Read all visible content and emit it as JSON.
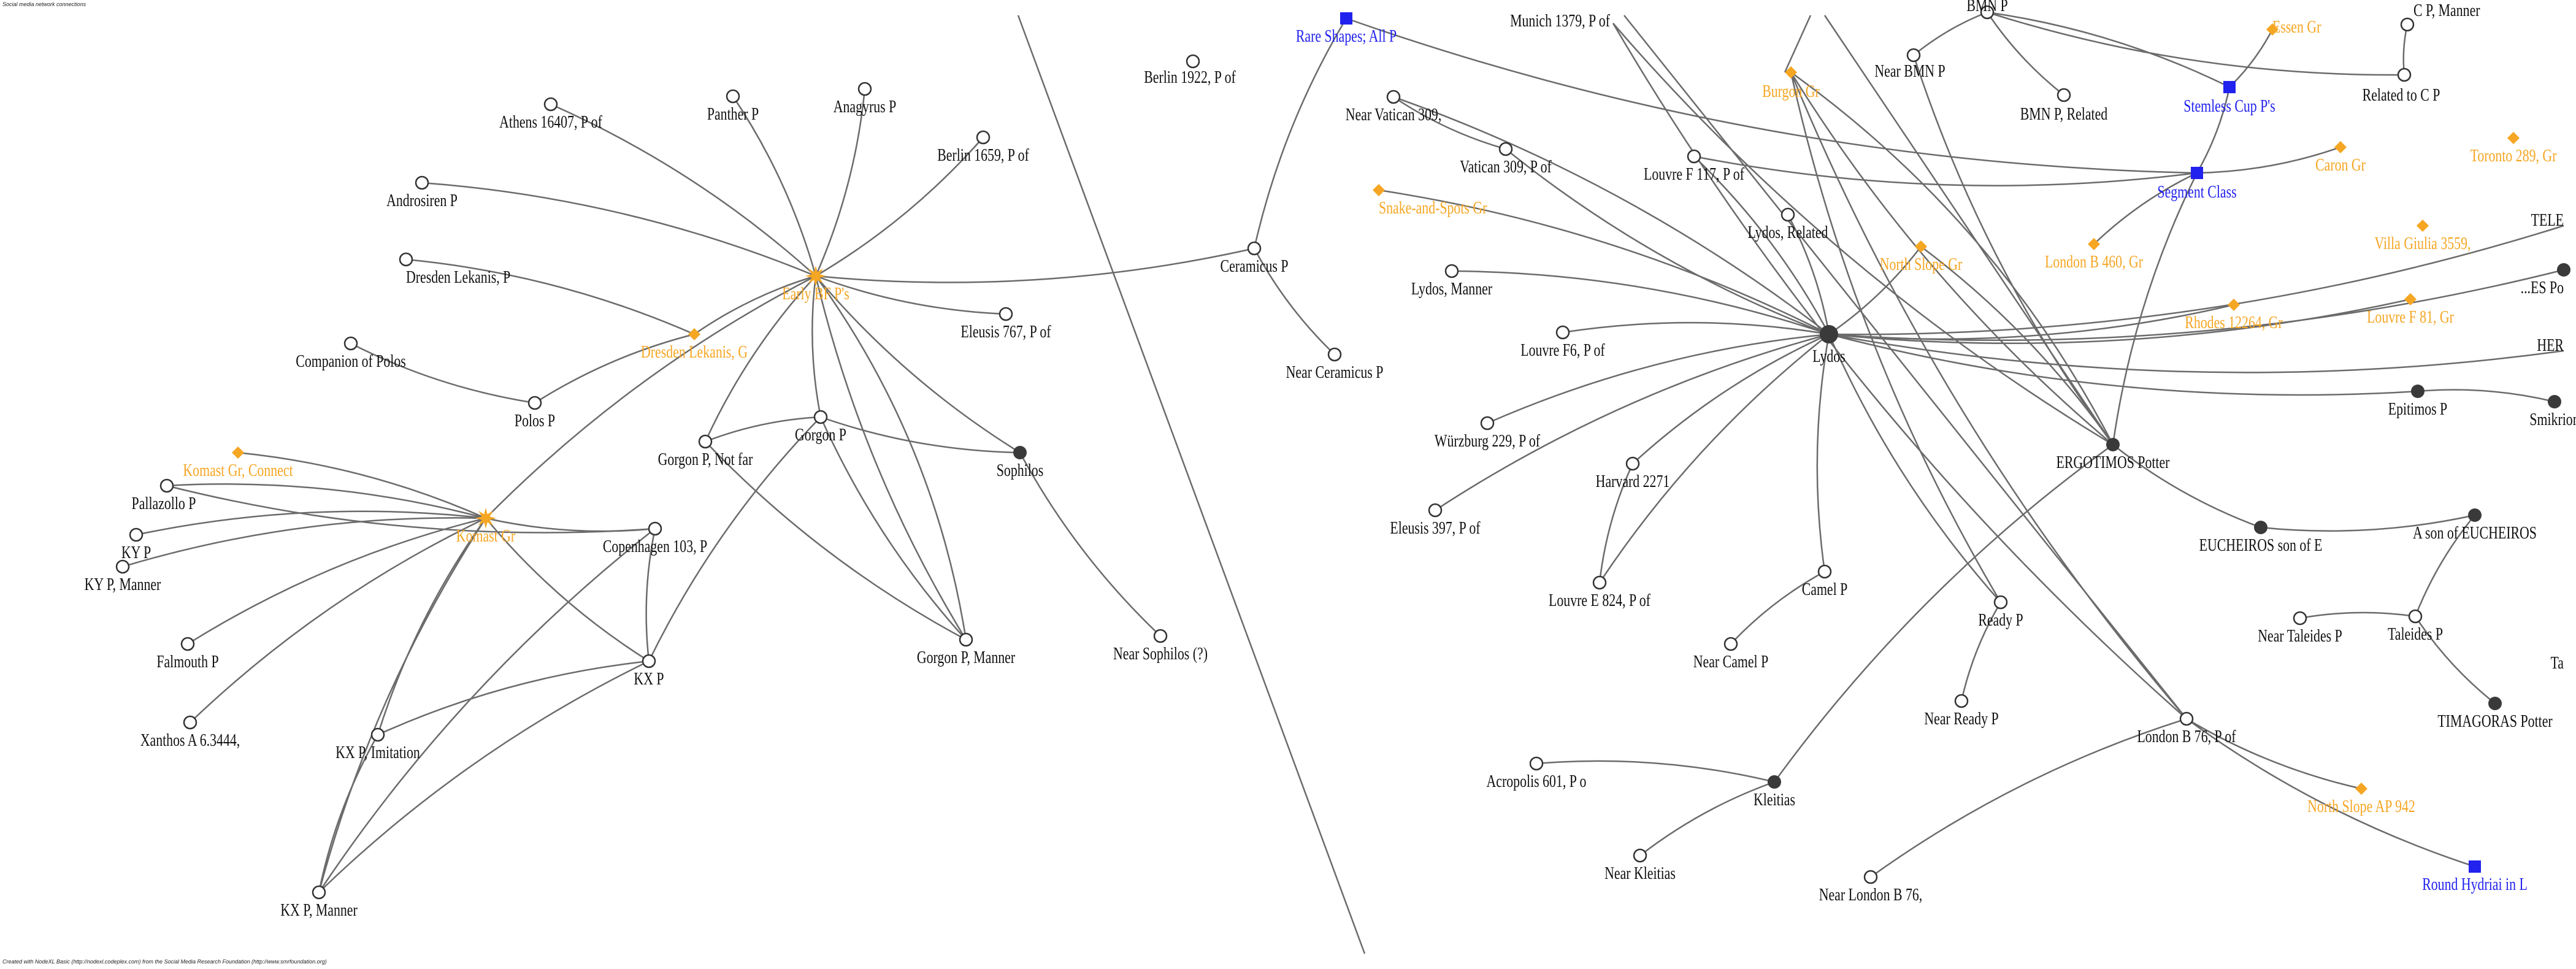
{
  "header_text": "Social media network connections",
  "footer_text": "Created with NodeXL Basic (http://nodexl.codeplex.com) from the Social Media Research Foundation (http://www.smrfoundation.org)",
  "colors": {
    "edge": "#6b6b6b",
    "open_node_fill": "#ffffff",
    "open_node_stroke": "#333333",
    "dark_node": "#3a3a3a",
    "orange": "#f5a623",
    "blue": "#2222ee",
    "label_dark": "#111111"
  },
  "nodes": [
    {
      "id": "rare",
      "label": "Rare Shapes; All P",
      "shape": "square",
      "color": "blue"
    },
    {
      "id": "munich",
      "label": "Munich 1379, P of",
      "shape": "none",
      "color": "dark"
    },
    {
      "id": "bmnp",
      "label": "BMN P",
      "shape": "circle",
      "color": "dark"
    },
    {
      "id": "essen",
      "label": "Essen Gr",
      "shape": "diamond",
      "color": "orange"
    },
    {
      "id": "cpmanner",
      "label": "C P, Manner",
      "shape": "circle",
      "color": "dark"
    },
    {
      "id": "berlin1922",
      "label": "Berlin 1922, P of",
      "shape": "circle",
      "color": "dark"
    },
    {
      "id": "nearbmn",
      "label": "Near BMN P",
      "shape": "circle",
      "color": "dark"
    },
    {
      "id": "burgon",
      "label": "Burgon Gr",
      "shape": "diamond",
      "color": "orange"
    },
    {
      "id": "bmnrel",
      "label": "BMN P, Related",
      "shape": "circle",
      "color": "dark"
    },
    {
      "id": "stemless",
      "label": "Stemless Cup P's",
      "shape": "square",
      "color": "blue"
    },
    {
      "id": "relatedcp",
      "label": "Related to C P",
      "shape": "circle",
      "color": "dark"
    },
    {
      "id": "anagyrus",
      "label": "Anagyrus P",
      "shape": "circle",
      "color": "dark"
    },
    {
      "id": "panther",
      "label": "Panther P",
      "shape": "circle",
      "color": "dark"
    },
    {
      "id": "athens",
      "label": "Athens 16407, P of",
      "shape": "circle",
      "color": "dark"
    },
    {
      "id": "berlin1659",
      "label": "Berlin 1659, P of",
      "shape": "circle",
      "color": "dark"
    },
    {
      "id": "nearvatican",
      "label": "Near Vatican 309,",
      "shape": "circle",
      "color": "dark"
    },
    {
      "id": "caron",
      "label": "Caron Gr",
      "shape": "diamond",
      "color": "orange"
    },
    {
      "id": "toronto",
      "label": "Toronto 289, Gr",
      "shape": "diamond",
      "color": "orange"
    },
    {
      "id": "vatican309",
      "label": "Vatican 309, P of",
      "shape": "circle",
      "color": "dark"
    },
    {
      "id": "louvref117",
      "label": "Louvre F 117, P of",
      "shape": "circle",
      "color": "dark"
    },
    {
      "id": "segment",
      "label": "Segment Class",
      "shape": "square",
      "color": "blue"
    },
    {
      "id": "androsiren",
      "label": "Androsiren P",
      "shape": "circle",
      "color": "dark"
    },
    {
      "id": "snake",
      "label": "Snake-and-Spots Gr",
      "shape": "diamond",
      "color": "orange"
    },
    {
      "id": "tele",
      "label": "TELE",
      "shape": "none",
      "color": "dark"
    },
    {
      "id": "lydosrel",
      "label": "Lydos, Related",
      "shape": "circle",
      "color": "dark"
    },
    {
      "id": "villagiulia",
      "label": "Villa Giulia 3559,",
      "shape": "diamond",
      "color": "orange"
    },
    {
      "id": "ceramicus",
      "label": "Ceramicus P",
      "shape": "circle",
      "color": "dark"
    },
    {
      "id": "northslope",
      "label": "North Slope Gr",
      "shape": "diamond",
      "color": "orange"
    },
    {
      "id": "londonb460",
      "label": "London B 460, Gr",
      "shape": "diamond",
      "color": "orange"
    },
    {
      "id": "dresdenlek",
      "label": "Dresden Lekanis, P",
      "shape": "circle",
      "color": "dark"
    },
    {
      "id": "earlybf",
      "label": "Early BF P's",
      "shape": "star",
      "color": "orange"
    },
    {
      "id": "lydosmanner",
      "label": "Lydos, Manner",
      "shape": "circle",
      "color": "dark"
    },
    {
      "id": "espo",
      "label": "...ES Po",
      "shape": "dot",
      "color": "dark"
    },
    {
      "id": "eleusis767",
      "label": "Eleusis 767, P of",
      "shape": "circle",
      "color": "dark"
    },
    {
      "id": "rhodes",
      "label": "Rhodes 12264, Gr",
      "shape": "diamond",
      "color": "orange"
    },
    {
      "id": "louvref81",
      "label": "Louvre F 81, Gr",
      "shape": "diamond",
      "color": "orange"
    },
    {
      "id": "companion",
      "label": "Companion of Polos",
      "shape": "circle",
      "color": "dark"
    },
    {
      "id": "louvref6",
      "label": "Louvre F6, P of",
      "shape": "circle",
      "color": "dark"
    },
    {
      "id": "lydos",
      "label": "Lydos",
      "shape": "dot-large",
      "color": "dark"
    },
    {
      "id": "her",
      "label": "HER",
      "shape": "none",
      "color": "dark"
    },
    {
      "id": "dresdenlekG",
      "label": "Dresden Lekanis, G",
      "shape": "diamond",
      "color": "orange"
    },
    {
      "id": "nearceramicus",
      "label": "Near Ceramicus P",
      "shape": "circle",
      "color": "dark"
    },
    {
      "id": "epitimos",
      "label": "Epitimos P",
      "shape": "dot",
      "color": "dark"
    },
    {
      "id": "smikrion",
      "label": "Smikrion",
      "shape": "dot",
      "color": "dark"
    },
    {
      "id": "polos",
      "label": "Polos P",
      "shape": "circle",
      "color": "dark"
    },
    {
      "id": "gorgonp",
      "label": "Gorgon P",
      "shape": "circle",
      "color": "dark"
    },
    {
      "id": "wurzburg",
      "label": "Würzburg 229, P of",
      "shape": "circle",
      "color": "dark"
    },
    {
      "id": "gorgonnotfar",
      "label": "Gorgon P, Not far",
      "shape": "circle",
      "color": "dark"
    },
    {
      "id": "harvard",
      "label": "Harvard 2271",
      "shape": "circle",
      "color": "dark"
    },
    {
      "id": "sophilos",
      "label": "Sophilos",
      "shape": "dot",
      "color": "dark"
    },
    {
      "id": "ergotimos",
      "label": "ERGOTIMOS Potter",
      "shape": "dot",
      "color": "dark"
    },
    {
      "id": "komastconn",
      "label": "Komast Gr, Connect",
      "shape": "diamond",
      "color": "orange"
    },
    {
      "id": "pallazollo",
      "label": "Pallazollo P",
      "shape": "circle",
      "color": "dark"
    },
    {
      "id": "eleusis397",
      "label": "Eleusis 397, P of",
      "shape": "circle",
      "color": "dark"
    },
    {
      "id": "komast",
      "label": "Komast Gr",
      "shape": "star",
      "color": "orange"
    },
    {
      "id": "copenhagen",
      "label": "Copenhagen 103, P",
      "shape": "circle",
      "color": "dark"
    },
    {
      "id": "kyp",
      "label": "KY P",
      "shape": "circle",
      "color": "dark"
    },
    {
      "id": "kypmanner",
      "label": "KY P, Manner",
      "shape": "circle",
      "color": "dark"
    },
    {
      "id": "eucheiros",
      "label": "EUCHEIROS son of E",
      "shape": "dot",
      "color": "dark"
    },
    {
      "id": "sonofeuch",
      "label": "A son of EUCHEIROS",
      "shape": "dot",
      "color": "dark"
    },
    {
      "id": "camelp",
      "label": "Camel P",
      "shape": "circle",
      "color": "dark"
    },
    {
      "id": "louvree824",
      "label": "Louvre E 824, P of",
      "shape": "circle",
      "color": "dark"
    },
    {
      "id": "readyp",
      "label": "Ready P",
      "shape": "circle",
      "color": "dark"
    },
    {
      "id": "neartaleides",
      "label": "Near Taleides P",
      "shape": "circle",
      "color": "dark"
    },
    {
      "id": "taleides",
      "label": "Taleides P",
      "shape": "circle",
      "color": "dark"
    },
    {
      "id": "nearsophilos",
      "label": "Near Sophilos (?)",
      "shape": "circle",
      "color": "dark"
    },
    {
      "id": "falmouth",
      "label": "Falmouth P",
      "shape": "circle",
      "color": "dark"
    },
    {
      "id": "nearcamel",
      "label": "Near Camel P",
      "shape": "circle",
      "color": "dark"
    },
    {
      "id": "gorgonmanner",
      "label": "Gorgon P, Manner",
      "shape": "circle",
      "color": "dark"
    },
    {
      "id": "kxp",
      "label": "KX P",
      "shape": "circle",
      "color": "dark"
    },
    {
      "id": "ta",
      "label": "Ta",
      "shape": "none",
      "color": "dark"
    },
    {
      "id": "nearready",
      "label": "Near Ready P",
      "shape": "circle",
      "color": "dark"
    },
    {
      "id": "timagoras",
      "label": "TIMAGORAS Potter",
      "shape": "dot",
      "color": "dark"
    },
    {
      "id": "xanthos",
      "label": "Xanthos A 6.3444,",
      "shape": "circle",
      "color": "dark"
    },
    {
      "id": "kxpimitation",
      "label": "KX P, Imitation",
      "shape": "circle",
      "color": "dark"
    },
    {
      "id": "londonb76",
      "label": "London B 76, P of",
      "shape": "circle",
      "color": "dark"
    },
    {
      "id": "acropolis",
      "label": "Acropolis 601, P o",
      "shape": "circle",
      "color": "dark"
    },
    {
      "id": "kleitias",
      "label": "Kleitias",
      "shape": "dot",
      "color": "dark"
    },
    {
      "id": "northslopeap",
      "label": "North Slope AP 942",
      "shape": "diamond",
      "color": "orange"
    },
    {
      "id": "nearkleitias",
      "label": "Near Kleitias",
      "shape": "circle",
      "color": "dark"
    },
    {
      "id": "nearlondonb76",
      "label": "Near London B 76,",
      "shape": "circle",
      "color": "dark"
    },
    {
      "id": "roundhydriai",
      "label": "Round Hydriai in L",
      "shape": "square",
      "color": "blue"
    },
    {
      "id": "kxpmanner",
      "label": "KX P, Manner",
      "shape": "circle",
      "color": "dark"
    }
  ],
  "edges": [
    [
      "earlybf",
      "athens"
    ],
    [
      "earlybf",
      "panther"
    ],
    [
      "earlybf",
      "anagyrus"
    ],
    [
      "earlybf",
      "berlin1659"
    ],
    [
      "earlybf",
      "androsiren"
    ],
    [
      "earlybf",
      "dresdenlekG"
    ],
    [
      "earlybf",
      "eleusis767"
    ],
    [
      "earlybf",
      "sophilos"
    ],
    [
      "earlybf",
      "gorgonp"
    ],
    [
      "earlybf",
      "gorgonnotfar"
    ],
    [
      "earlybf",
      "gorgonmanner"
    ],
    [
      "earlybf",
      "komast"
    ],
    [
      "earlybf",
      "ceramicus"
    ],
    [
      "earlybf",
      "gorgonmanner2"
    ],
    [
      "dresdenlekG",
      "dresdenlek"
    ],
    [
      "dresdenlekG",
      "polos"
    ],
    [
      "companion",
      "polos"
    ],
    [
      "gorgonp",
      "gorgonnotfar"
    ],
    [
      "gorgonp",
      "sophilos"
    ],
    [
      "gorgonp",
      "gorgonmanner"
    ],
    [
      "gorgonp",
      "kxp"
    ],
    [
      "gorgonnotfar",
      "gorgonmanner"
    ],
    [
      "sophilos",
      "nearsophilos"
    ],
    [
      "komast",
      "komastconn"
    ],
    [
      "komast",
      "pallazollo"
    ],
    [
      "komast",
      "kyp"
    ],
    [
      "komast",
      "kypmanner"
    ],
    [
      "komast",
      "falmouth"
    ],
    [
      "komast",
      "xanthos"
    ],
    [
      "komast",
      "copenhagen"
    ],
    [
      "komast",
      "kxp"
    ],
    [
      "komast",
      "kxpimitation"
    ],
    [
      "komast",
      "kxpmanner"
    ],
    [
      "pallazollo",
      "copenhagen"
    ],
    [
      "copenhagen",
      "kxp"
    ],
    [
      "copenhagen",
      "kxpmanner"
    ],
    [
      "kxp",
      "kxpimitation"
    ],
    [
      "kxp",
      "kxpmanner"
    ],
    [
      "kxpimitation",
      "kxpmanner"
    ],
    [
      "rare",
      "ceramicus"
    ],
    [
      "rare",
      "segment"
    ],
    [
      "ceramicus",
      "nearceramicus"
    ],
    [
      "lydos",
      "nearvatican"
    ],
    [
      "lydos",
      "louvref117"
    ],
    [
      "lydos",
      "snake"
    ],
    [
      "lydos",
      "lydosrel"
    ],
    [
      "lydos",
      "northslope"
    ],
    [
      "lydos",
      "lydosmanner"
    ],
    [
      "lydos",
      "louvref6"
    ],
    [
      "lydos",
      "wurzburg"
    ],
    [
      "lydos",
      "harvard"
    ],
    [
      "lydos",
      "eleusis397"
    ],
    [
      "lydos",
      "louvree824"
    ],
    [
      "lydos",
      "camelp"
    ],
    [
      "lydos",
      "readyp"
    ],
    [
      "lydos",
      "rhodes"
    ],
    [
      "lydos",
      "louvref81"
    ],
    [
      "lydos",
      "epitimos"
    ],
    [
      "lydos",
      "her"
    ],
    [
      "lydos",
      "tele"
    ],
    [
      "lydos",
      "espo"
    ],
    [
      "nearvatican",
      "vatican309"
    ],
    [
      "vatican309",
      "lydos"
    ],
    [
      "louvref117",
      "segment"
    ],
    [
      "segment",
      "stemless"
    ],
    [
      "segment",
      "ergotimos"
    ],
    [
      "segment",
      "londonb460"
    ],
    [
      "segment",
      "caron"
    ],
    [
      "stemless",
      "bmnp"
    ],
    [
      "stemless",
      "essen"
    ],
    [
      "bmnp",
      "nearbmn"
    ],
    [
      "bmnp",
      "bmnrel"
    ],
    [
      "bmnp",
      "relatedcp"
    ],
    [
      "nearbmn",
      "ergotimos"
    ],
    [
      "burgon",
      "ergotimos"
    ],
    [
      "burgon",
      "ergotimos2"
    ],
    [
      "burgon",
      "readyp"
    ],
    [
      "burgon",
      "londonb76"
    ],
    [
      "munich",
      "ergotimos"
    ],
    [
      "munich",
      "londonb76"
    ],
    [
      "ergotimos",
      "kleitias"
    ],
    [
      "ergotimos",
      "eucheiros"
    ],
    [
      "ergotimos",
      "northslope"
    ],
    [
      "eucheiros",
      "sonofeuch"
    ],
    [
      "sonofeuch",
      "taleides"
    ],
    [
      "taleides",
      "neartaleides"
    ],
    [
      "taleides",
      "timagoras"
    ],
    [
      "readyp",
      "nearready"
    ],
    [
      "camelp",
      "nearcamel"
    ],
    [
      "kleitias",
      "acropolis"
    ],
    [
      "kleitias",
      "nearkleitias"
    ],
    [
      "londonb76",
      "nearlondonb76"
    ],
    [
      "londonb76",
      "northslopeap"
    ],
    [
      "londonb76",
      "roundhydriai"
    ],
    [
      "harvard",
      "louvree824"
    ],
    [
      "smikrion",
      "epitimos"
    ],
    [
      "cpmanner",
      "relatedcp"
    ]
  ]
}
